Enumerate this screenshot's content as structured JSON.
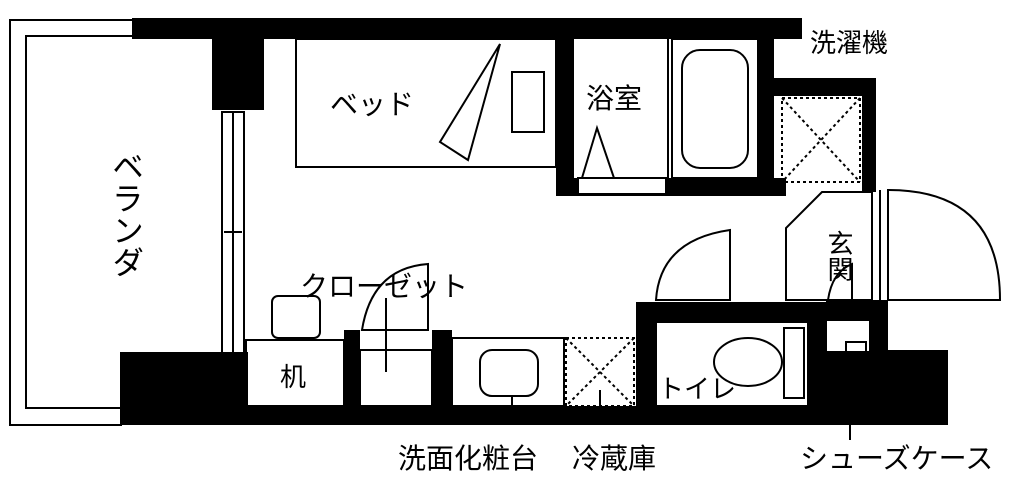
{
  "labels": {
    "veranda": "ベランダ",
    "bed": "ベッド",
    "bathroom": "浴室",
    "washing_machine": "洗濯機",
    "entrance": "玄関",
    "closet": "クローゼット",
    "desk": "机",
    "toilet": "トイレ",
    "vanity": "洗面化粧台",
    "refrigerator": "冷蔵庫",
    "shoe_case": "シューズケース"
  },
  "colors": {
    "wall": "#000000",
    "background": "#ffffff",
    "line": "#000000"
  }
}
